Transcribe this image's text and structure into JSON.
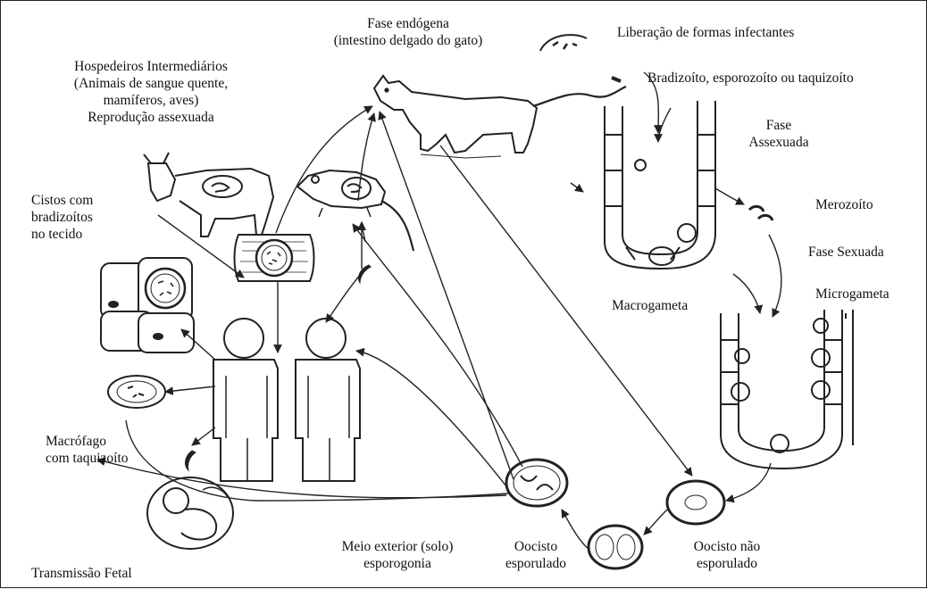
{
  "labels": {
    "fase_endogena": [
      "Fase endógena",
      "(intestino delgado do gato)"
    ],
    "liberacao": "Liberação de formas infectantes",
    "bradizoito": "Bradizoíto, esporozoíto ou taquizoíto",
    "hospedeiros": [
      "Hospedeiros Intermediários",
      "(Animais de sangue quente,",
      "mamíferos, aves)",
      "Reprodução assexuada"
    ],
    "fase_assexuada": [
      "Fase",
      "Assexuada"
    ],
    "cistos": [
      "Cistos com",
      "bradizoítos",
      "no tecido"
    ],
    "merozoito": "Merozoíto",
    "fase_sexuada": "Fase Sexuada",
    "macrogameta": "Macrogameta",
    "microgameta": "Microgameta",
    "macrofago": [
      "Macrófago",
      "com taquizoíto"
    ],
    "meio_exterior": [
      "Meio exterior (solo)",
      "esporogonia"
    ],
    "oocisto_esporulado": [
      "Oocisto",
      "esporulado"
    ],
    "oocisto_nao": [
      "Oocisto não",
      "esporulado"
    ],
    "transmissao": "Transmissão Fetal"
  },
  "colors": {
    "ink": "#1a1a1a",
    "stroke": "#333333",
    "paper": "#ffffff"
  },
  "icons": [
    "cat",
    "cow",
    "rat",
    "human-figure",
    "human-figure",
    "fetus",
    "tissue-cyst",
    "oocyst",
    "intestine",
    "macrophage",
    "cell-block"
  ]
}
